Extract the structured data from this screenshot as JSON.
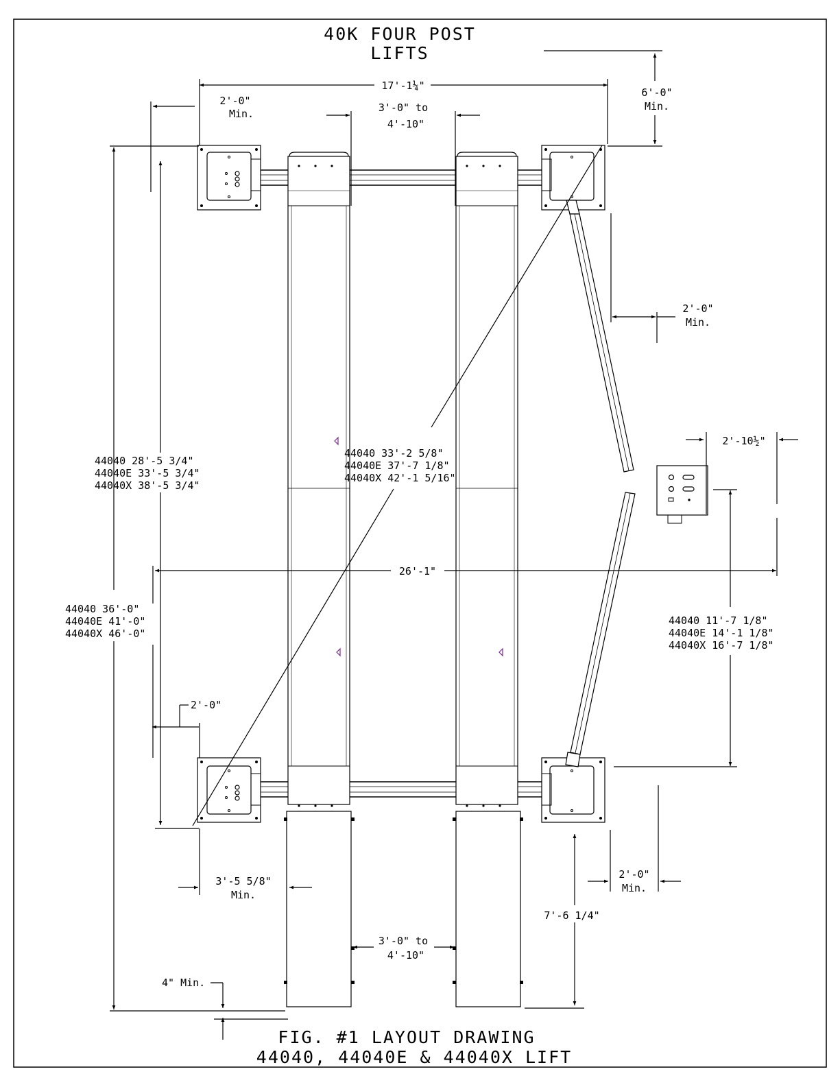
{
  "title": {
    "line1": "40K FOUR POST",
    "line2": "LIFTS"
  },
  "caption": {
    "line1": "FIG. #1    LAYOUT DRAWING",
    "line2": "44040, 44040E & 44040X LIFT"
  },
  "dimensions": {
    "overall_width": "17'-1¼\"",
    "top_clear_2ft": {
      "value": "2'-0\"",
      "note": "Min."
    },
    "runway_gap_top": {
      "line1": "3'-0\" to",
      "line2": "4'-10\""
    },
    "rear_clear_6ft": {
      "value": "6'-0\"",
      "note": "Min."
    },
    "side_clear_2ft": {
      "value": "2'-0\"",
      "note": "Min."
    },
    "console_width": "2'-10½\"",
    "post_spacing": [
      "44040   28'-5 3/4\"",
      "44040E 33'-5 3/4\"",
      "44040X 38'-5 3/4\""
    ],
    "runway_length": [
      "44040   33'-2 5/8\"",
      "44040E 37'-7 1/8\"",
      "44040X 42'-1 5/16\""
    ],
    "overall_length_26": "26'-1\"",
    "overall_length": [
      "44040   36'-0\"",
      "44040E 41'-0\"",
      "44040X 46'-0\""
    ],
    "console_offset": [
      "44040   11'-7 1/8\"",
      "44040E 14'-1 1/8\"",
      "44040X 16'-7 1/8\""
    ],
    "left_clear_2ft": "2'-0\"",
    "front_clear": {
      "value": "3'-5 5/8\"",
      "note": "Min."
    },
    "front_right_clear": {
      "value": "2'-0\"",
      "note": "Min."
    },
    "ramp_length": "7'-6 1/4\"",
    "runway_gap_bottom": {
      "line1": "3'-0\" to",
      "line2": "4'-10\""
    },
    "floor_min": "4\" Min."
  }
}
